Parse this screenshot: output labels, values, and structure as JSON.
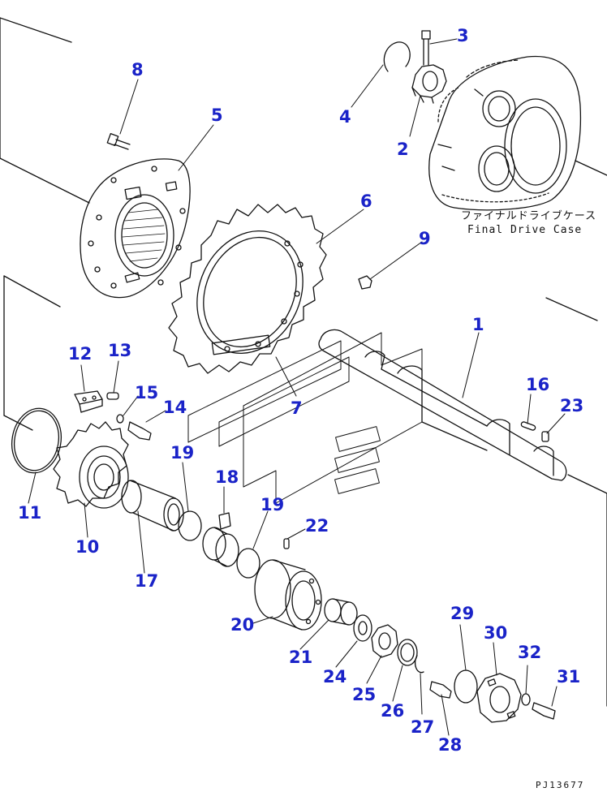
{
  "diagram": {
    "callouts": [
      {
        "id": "c1",
        "text": "1"
      },
      {
        "id": "c2",
        "text": "2"
      },
      {
        "id": "c3",
        "text": "3"
      },
      {
        "id": "c4",
        "text": "4"
      },
      {
        "id": "c5",
        "text": "5"
      },
      {
        "id": "c6",
        "text": "6"
      },
      {
        "id": "c7",
        "text": "7"
      },
      {
        "id": "c8",
        "text": "8"
      },
      {
        "id": "c9",
        "text": "9"
      },
      {
        "id": "c10",
        "text": "10"
      },
      {
        "id": "c11",
        "text": "11"
      },
      {
        "id": "c12",
        "text": "12"
      },
      {
        "id": "c13",
        "text": "13"
      },
      {
        "id": "c14",
        "text": "14"
      },
      {
        "id": "c15",
        "text": "15"
      },
      {
        "id": "c16",
        "text": "16"
      },
      {
        "id": "c17",
        "text": "17"
      },
      {
        "id": "c18",
        "text": "18"
      },
      {
        "id": "c19a",
        "text": "19"
      },
      {
        "id": "c19b",
        "text": "19"
      },
      {
        "id": "c20",
        "text": "20"
      },
      {
        "id": "c21",
        "text": "21"
      },
      {
        "id": "c22",
        "text": "22"
      },
      {
        "id": "c23",
        "text": "23"
      },
      {
        "id": "c24",
        "text": "24"
      },
      {
        "id": "c25",
        "text": "25"
      },
      {
        "id": "c26",
        "text": "26"
      },
      {
        "id": "c27",
        "text": "27"
      },
      {
        "id": "c28",
        "text": "28"
      },
      {
        "id": "c29",
        "text": "29"
      },
      {
        "id": "c30",
        "text": "30"
      },
      {
        "id": "c31",
        "text": "31"
      },
      {
        "id": "c32",
        "text": "32"
      }
    ],
    "case_label_jp": "ファイナルドライブケース",
    "case_label_en": "Final Drive Case",
    "drawing_ref": "PJ13677",
    "colors": {
      "callout": "#1a23c8",
      "line": "#111111",
      "background": "#ffffff"
    }
  }
}
